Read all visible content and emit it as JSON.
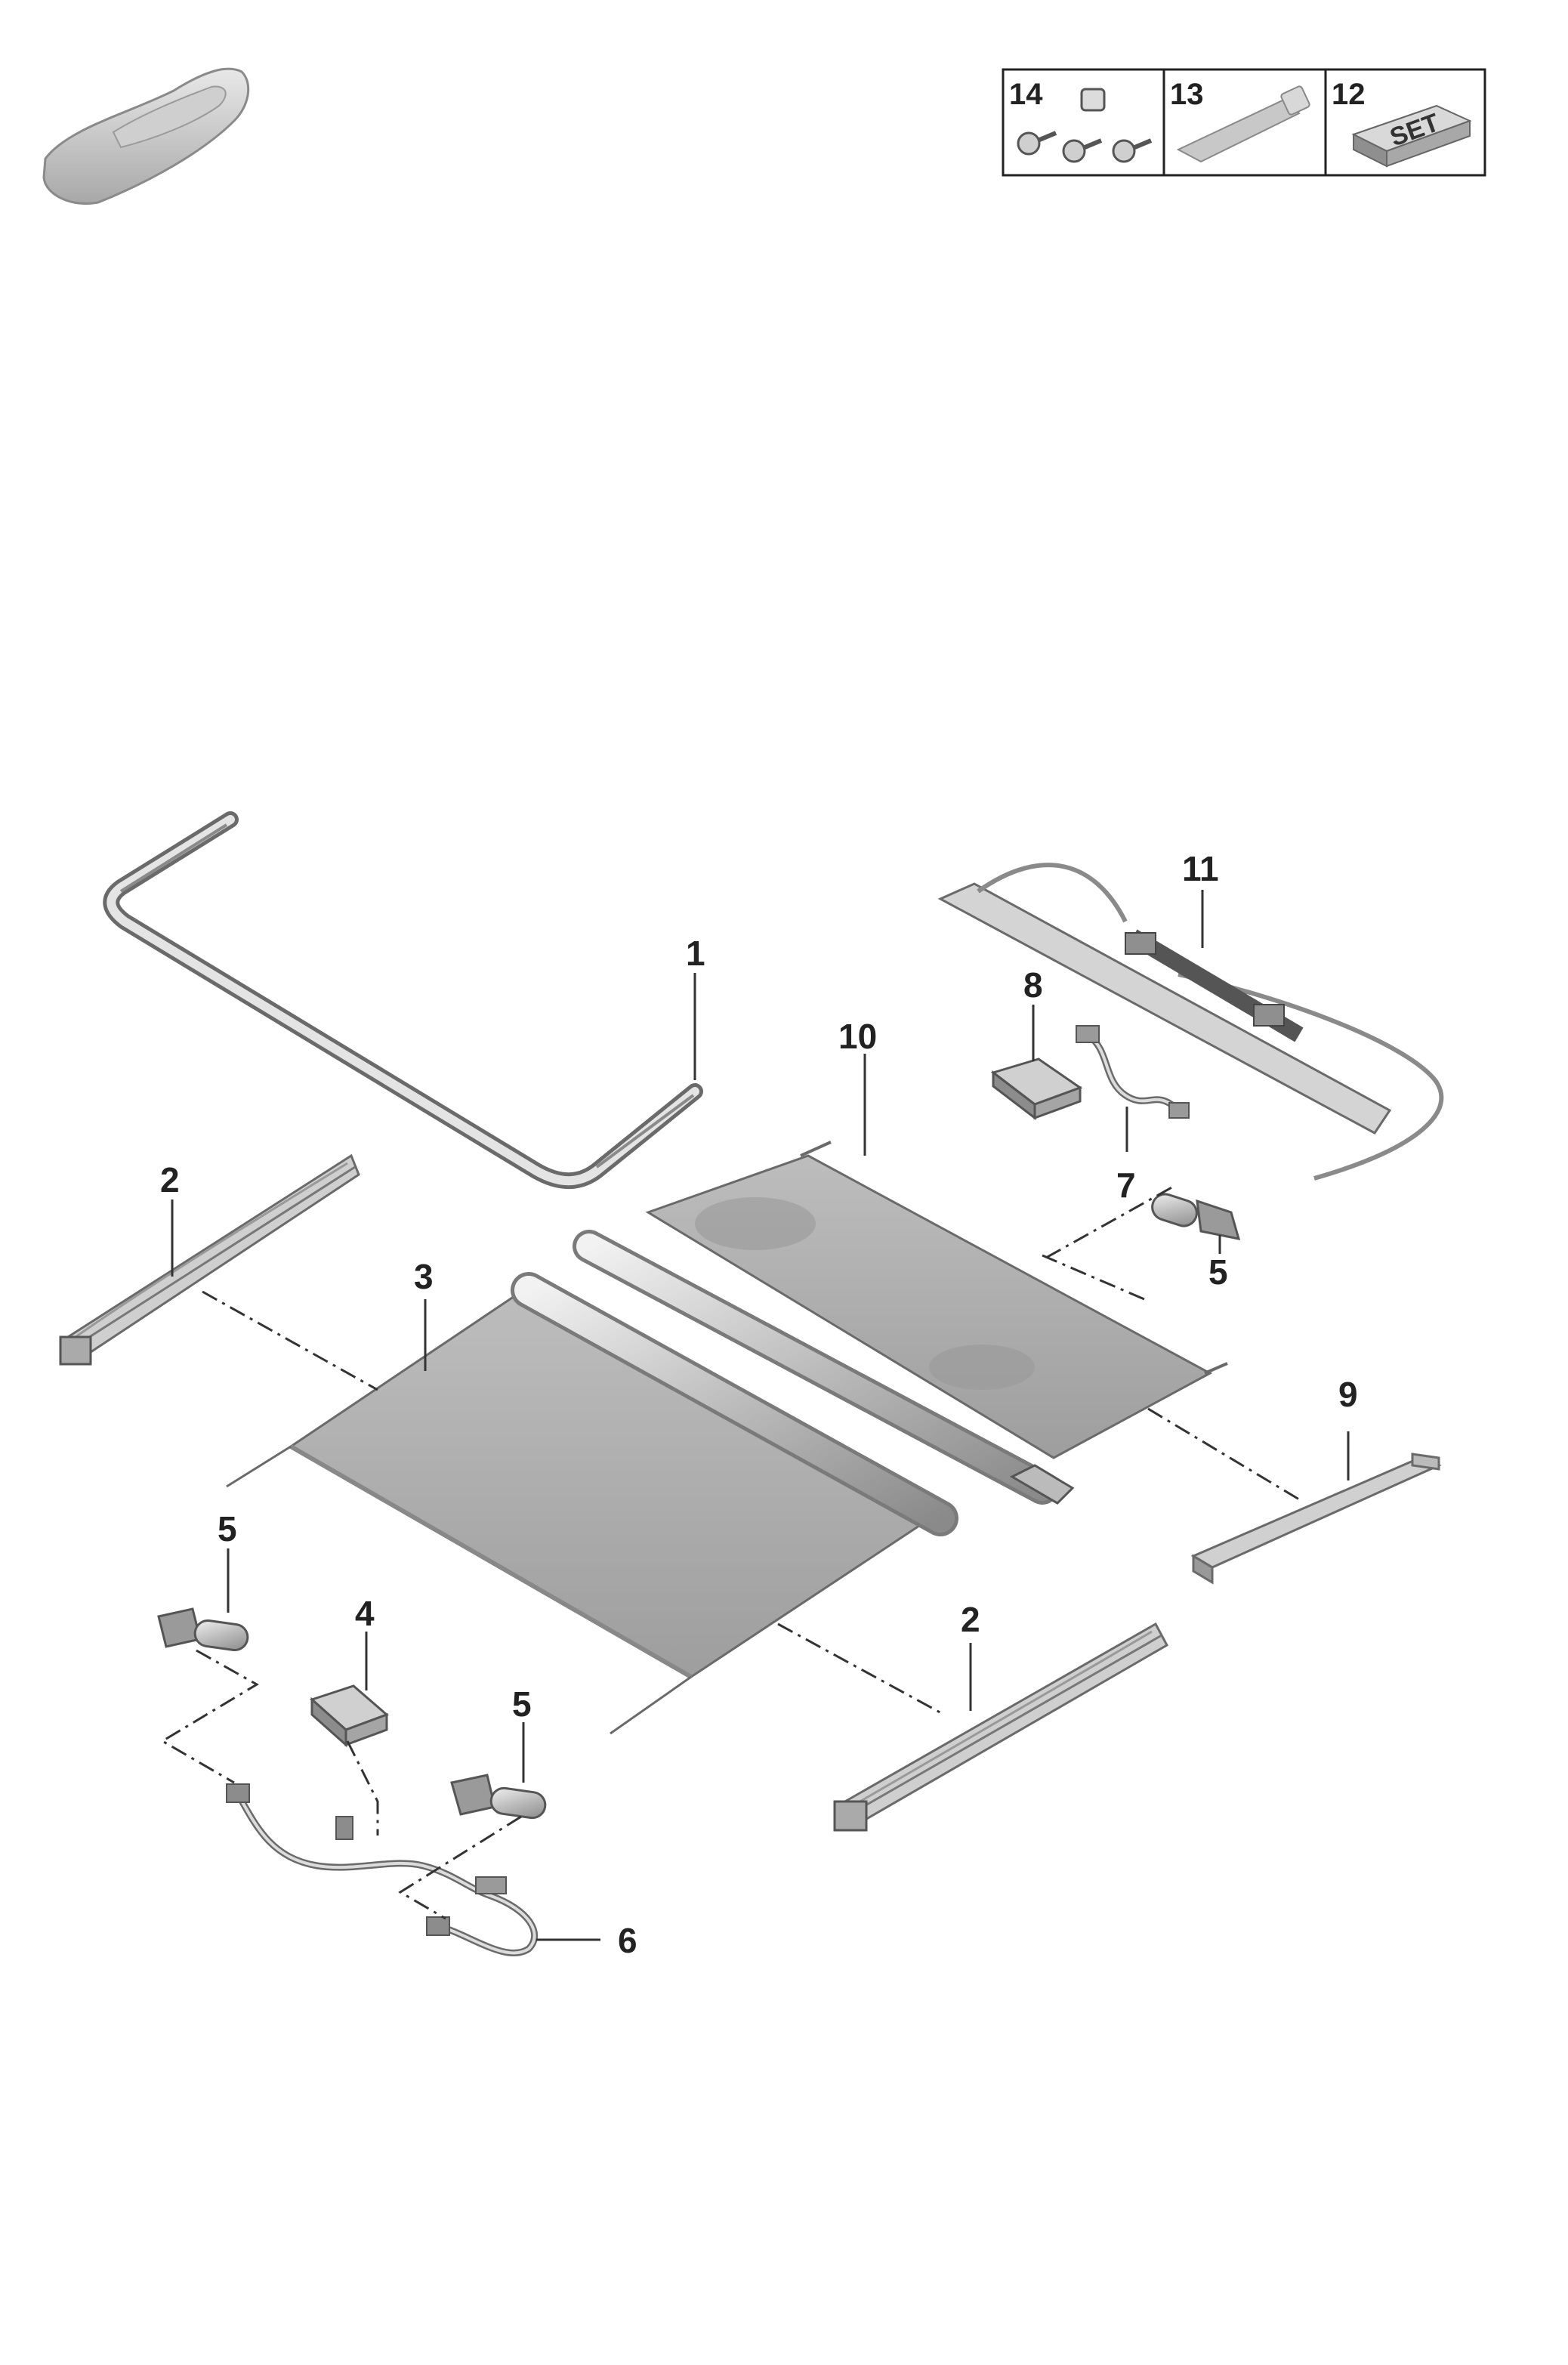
{
  "callouts": {
    "c1": "1",
    "c2a": "2",
    "c2b": "2",
    "c3": "3",
    "c4": "4",
    "c5a": "5",
    "c5b": "5",
    "c5c": "5",
    "c6": "6",
    "c7": "7",
    "c8": "8",
    "c9": "9",
    "c10": "10",
    "c11": "11"
  },
  "accessory_box": {
    "item14": "14",
    "item13": "13",
    "item12": "12",
    "set_label": "SET"
  }
}
